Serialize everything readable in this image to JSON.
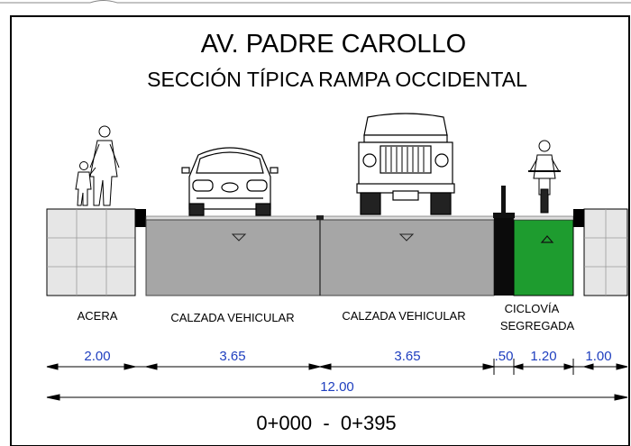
{
  "drawing": {
    "title": "AV. PADRE CAROLLO",
    "subtitle": "SECCIÓN TÍPICA RAMPA OCCIDENTAL",
    "station_range": "0+000  -  0+395"
  },
  "section_labels": {
    "sidewalk": "ACERA",
    "lane_1": "CALZADA VEHICULAR",
    "lane_2": "CALZADA VEHICULAR",
    "cycle_1": "CICLOVÍA",
    "cycle_2": "SEGREGADA"
  },
  "dimensions": {
    "sidewalk": "2.00",
    "lane_1": "3.65",
    "lane_2": "3.65",
    "separator": ".50",
    "cycle_lane": "1.20",
    "right_sidewalk": "1.00",
    "total": "12.00"
  },
  "colors": {
    "road": "#a6a6a6",
    "cycle_lane": "#1e9c2f",
    "sidewalk": "#e6e6e6",
    "dimension_text": "#1f3fbf"
  },
  "icons": [
    "pedestrians-icon",
    "car-icon",
    "jeep-icon",
    "cyclist-icon"
  ]
}
